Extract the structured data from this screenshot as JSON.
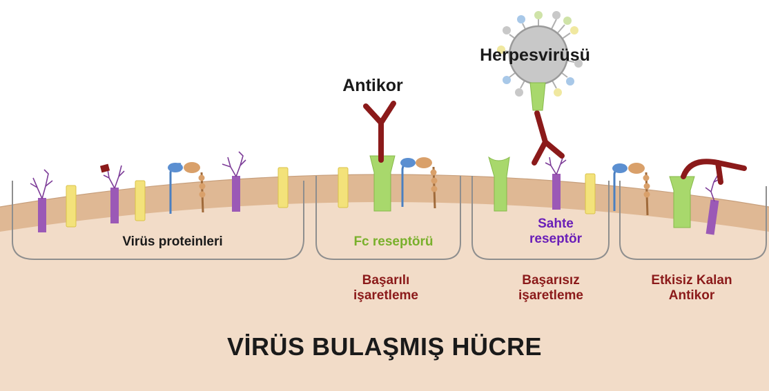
{
  "labels": {
    "virus_proteins": "Virüs proteinleri",
    "fc_receptor": "Fc reseptörü",
    "fake_receptor_line1": "Sahte",
    "fake_receptor_line2": "reseptör",
    "antibody": "Antikor",
    "herpesvirus": "Herpesvirüsü",
    "successful_line1": "Başarılı",
    "successful_line2": "işaretleme",
    "failed_line1": "Başarısız",
    "failed_line2": "işaretleme",
    "ineffective_line1": "Etkisiz Kalan",
    "ineffective_line2": "Antikor",
    "cell_title": "VİRÜS BULAŞMIŞ HÜCRE"
  },
  "colors": {
    "cytoplasm": "#f2dcc8",
    "membrane": "#dfb894",
    "antibody": "#8b1a1a",
    "fc_receptor": "#a8d86c",
    "viral_glycoprotein": "#9b59b6",
    "yellow_protein": "#f3e27a",
    "virus_capsid": "#c8c8c8",
    "label_green": "#79b02c",
    "label_purple": "#6a1fb8",
    "label_maroon": "#8b1a1a"
  }
}
